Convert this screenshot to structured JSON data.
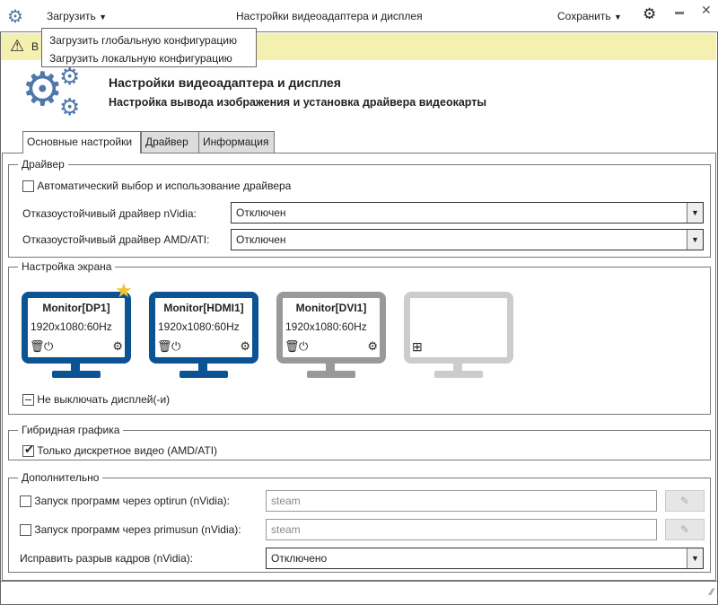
{
  "titlebar": {
    "load_label": "Загрузить",
    "title": "Настройки видеоадаптера и дисплея",
    "save_label": "Сохранить"
  },
  "load_menu": {
    "items": [
      "Загрузить глобальную конфигурацию",
      "Загрузить локальную конфигурацию"
    ]
  },
  "banner": {
    "text": "В"
  },
  "header": {
    "title": "Настройки видеоадаптера и дисплея",
    "subtitle": "Настройка вывода изображения и установка драйвера видеокарты"
  },
  "tabs": [
    {
      "label": "Основные настройки",
      "active": true
    },
    {
      "label": "Драйвер"
    },
    {
      "label": "Информация"
    }
  ],
  "driver": {
    "title": "Драйвер",
    "auto_label": "Автоматический выбор и использование драйвера",
    "auto_checked": false,
    "nvidia_label": "Отказоустойчивый драйвер nVidia:",
    "nvidia_value": "Отключен",
    "amd_label": "Отказоустойчивый драйвер AMD/ATI:",
    "amd_value": "Отключен"
  },
  "screen": {
    "title": "Настройка экрана",
    "monitors": [
      {
        "name": "Monitor[DP1]",
        "mode": "1920x1080:60Hz",
        "color": "#0b5394",
        "primary": true
      },
      {
        "name": "Monitor[HDMI1]",
        "mode": "1920x1080:60Hz",
        "color": "#0b5394"
      },
      {
        "name": "Monitor[DVI1]",
        "mode": "1920x1080:60Hz",
        "color": "#999999"
      },
      {
        "name": "",
        "mode": "",
        "color": "#cccccc",
        "add": true
      }
    ],
    "keep_on_label": "Не выключать дисплей(-и)"
  },
  "hybrid": {
    "title": "Гибридная графика",
    "discrete_label": "Только дискретное видео (AMD/ATI)",
    "discrete_checked": true
  },
  "extra": {
    "title": "Дополнительно",
    "optirun_label": "Запуск программ через optirun (nVidia):",
    "optirun_placeholder": "steam",
    "primusun_label": "Запуск программ через primusun (nVidia):",
    "primusun_placeholder": "steam",
    "tearing_label": "Исправить разрыв кадров (nVidia):",
    "tearing_value": "Отключено"
  },
  "colors": {
    "accent": "#4f77aa",
    "banner": "#f3f0b0",
    "star": "#f1c232"
  }
}
